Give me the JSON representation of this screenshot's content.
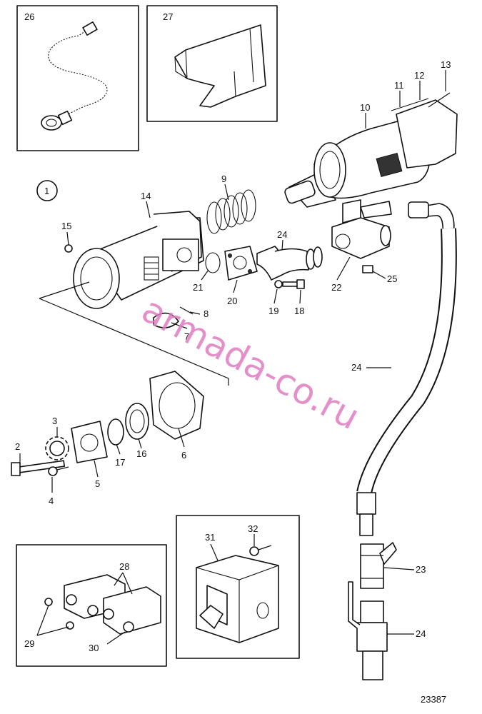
{
  "figure_number": "23387",
  "watermark": "armada-co.ru",
  "callouts": {
    "c1": "1",
    "c2": "2",
    "c3": "3",
    "c4": "4",
    "c5": "5",
    "c6": "6",
    "c7": "7",
    "c8": "8",
    "c9": "9",
    "c10": "10",
    "c11": "11",
    "c12": "12",
    "c13": "13",
    "c14": "14",
    "c15": "15",
    "c16": "16",
    "c17": "17",
    "c18": "18",
    "c19": "19",
    "c20": "20",
    "c21": "21",
    "c22": "22",
    "c23": "23",
    "c24a": "24",
    "c24b": "24",
    "c24c": "24",
    "c25": "25",
    "c26": "26",
    "c27": "27",
    "c28": "28",
    "c29": "29",
    "c30": "30",
    "c31": "31",
    "c32": "32"
  },
  "colors": {
    "line": "#111111",
    "watermark": "#e07cc0",
    "background": "#ffffff"
  }
}
